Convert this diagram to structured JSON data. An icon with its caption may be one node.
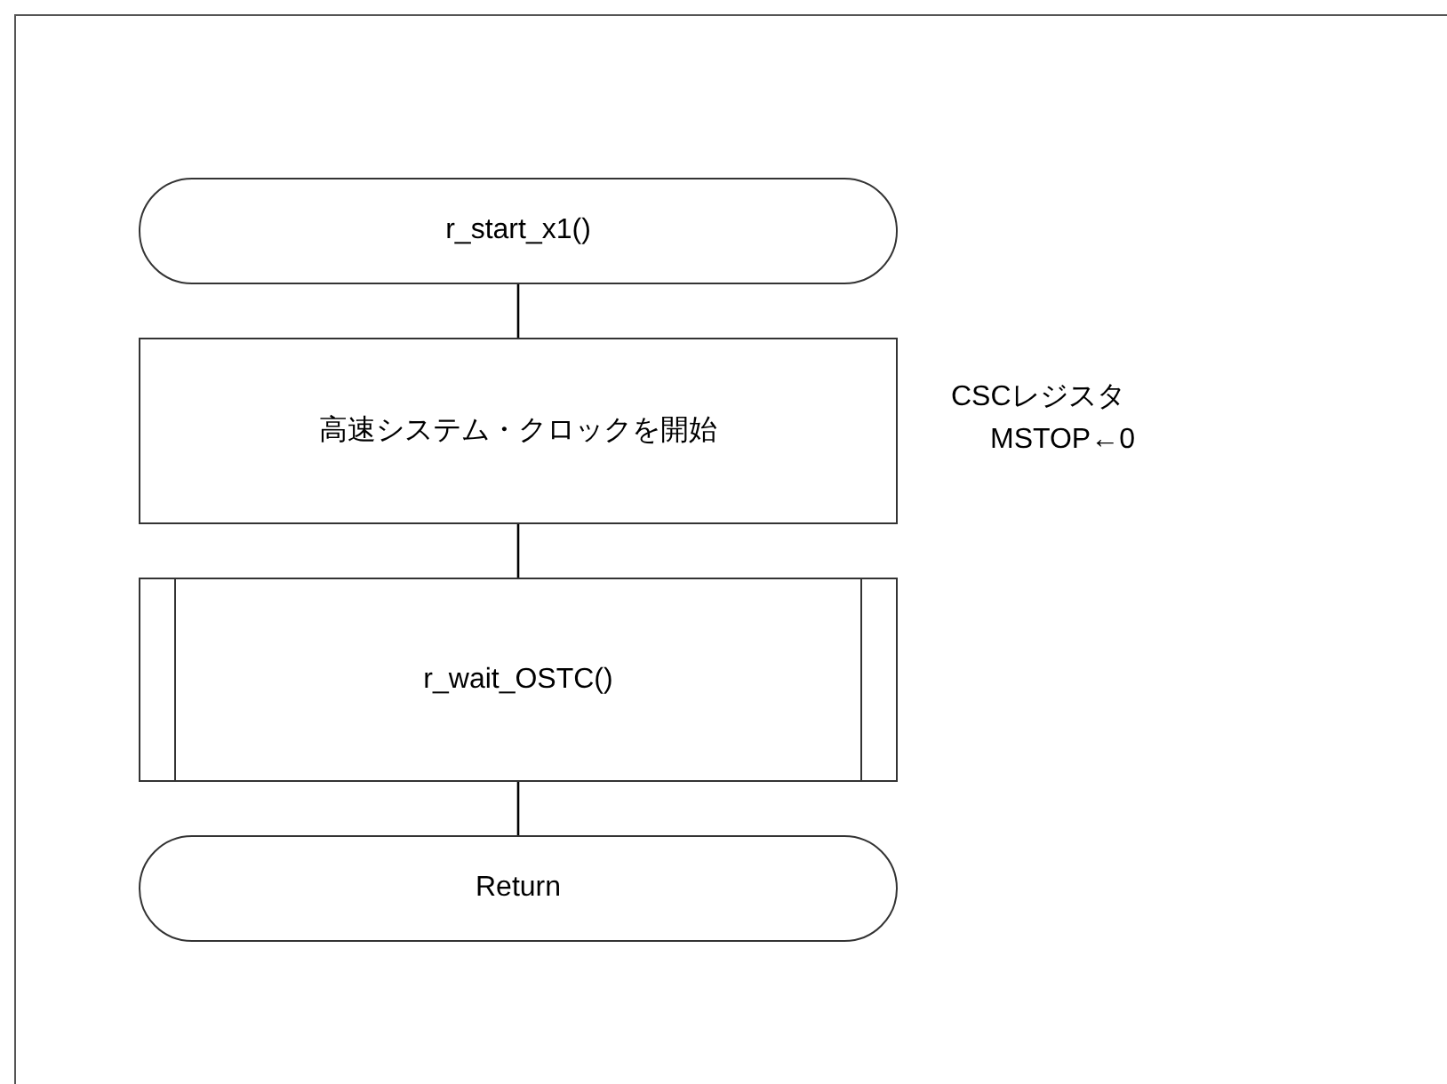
{
  "diagram": {
    "nodes": [
      {
        "text": [
          "r_start_x1()"
        ]
      },
      {
        "text": [
          "高速システム・クロックを開始"
        ],
        "beside": [
          "CSCレジスタ",
          "MSTOP←0"
        ]
      },
      {
        "text": [
          "r_wait_OSTC()"
        ]
      },
      {
        "text": [
          "Return"
        ]
      }
    ],
    "edges": [
      {
        "from": 0,
        "to": 1,
        "arrow": "none"
      },
      {
        "from": 1,
        "to": 2,
        "arrow": "none"
      },
      {
        "from": 2,
        "to": 3,
        "arrow": "none"
      }
    ]
  }
}
